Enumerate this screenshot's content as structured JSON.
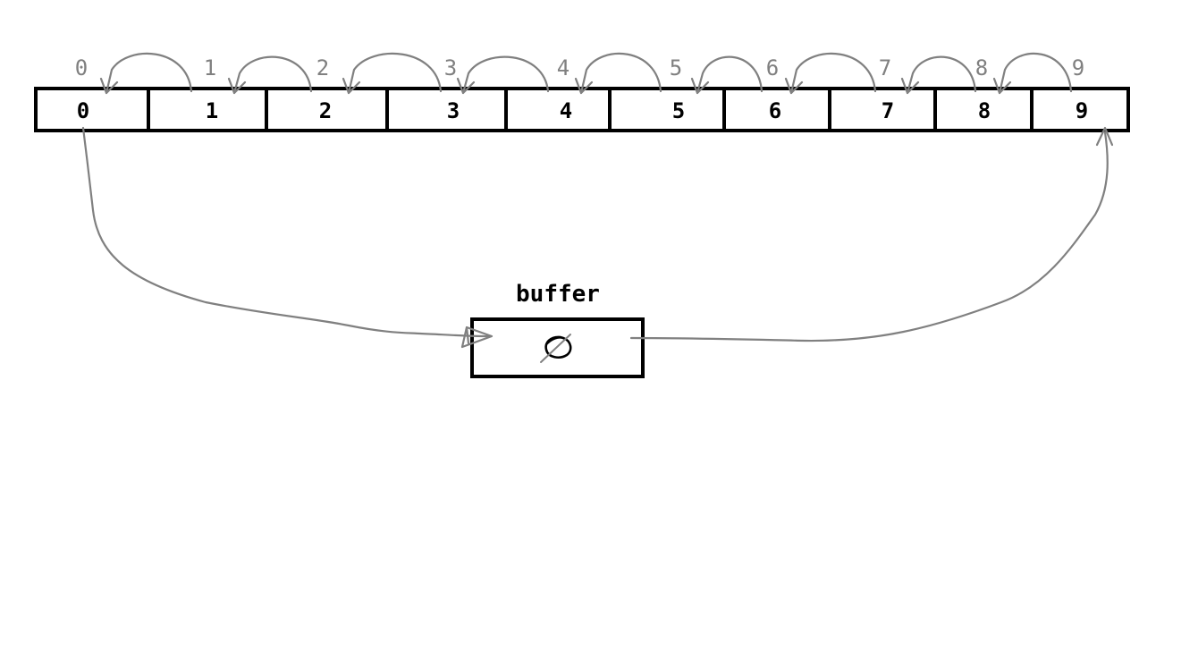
{
  "array": {
    "cells": [
      "0",
      "1",
      "2",
      "3",
      "4",
      "5",
      "6",
      "7",
      "8",
      "9"
    ],
    "indices": [
      "0",
      "1",
      "2",
      "3",
      "4",
      "5",
      "6",
      "7",
      "8",
      "9"
    ]
  },
  "buffer": {
    "label": "buffer",
    "value": "Ø"
  },
  "colors": {
    "ink": "#000000",
    "arrow": "#808080",
    "index_text": "#808080",
    "background": "#ffffff"
  },
  "icons": {
    "shift_arrow": "curved-arrow-left-icon",
    "buffer_arrow": "arrow-to-buffer-icon",
    "restore_arrow": "arrow-from-buffer-icon",
    "empty_value": "empty-set-icon"
  }
}
